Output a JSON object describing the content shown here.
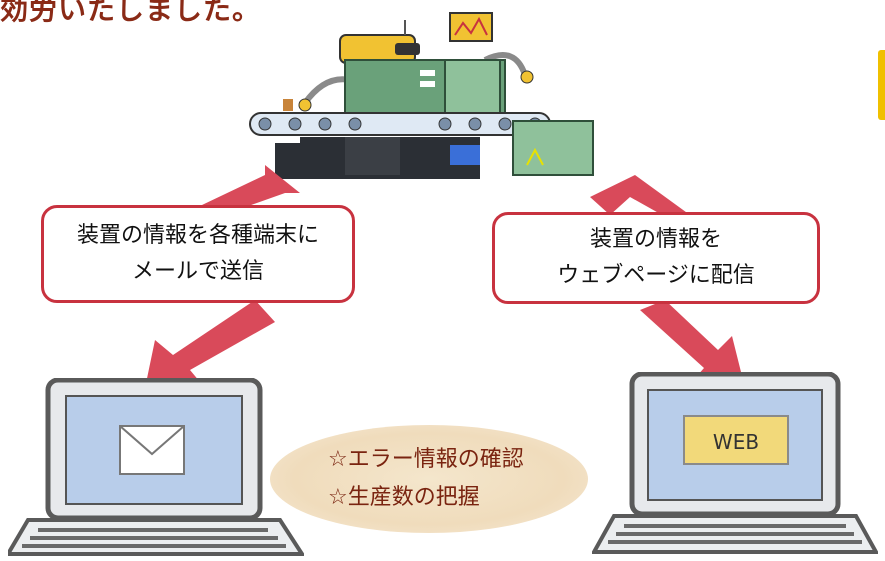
{
  "heading": "効労いたしました。",
  "colors": {
    "accent_red": "#c8323f",
    "heading_color": "#8a2a16",
    "screen_blue": "#b8cdea",
    "web_yellow": "#f2d97a",
    "machine_green": "#6aa17a"
  },
  "callouts": {
    "left": {
      "line1": "装置の情報を各種端末に",
      "line2": "メールで送信"
    },
    "right": {
      "line1": "装置の情報を",
      "line2": "ウェブページに配信"
    }
  },
  "benefits": [
    "☆エラー情報の確認",
    "☆生産数の把握"
  ],
  "web_label": "WEB",
  "icons": [
    "factory-machine-icon",
    "envelope-icon",
    "laptop-icon",
    "arrow-icon"
  ]
}
